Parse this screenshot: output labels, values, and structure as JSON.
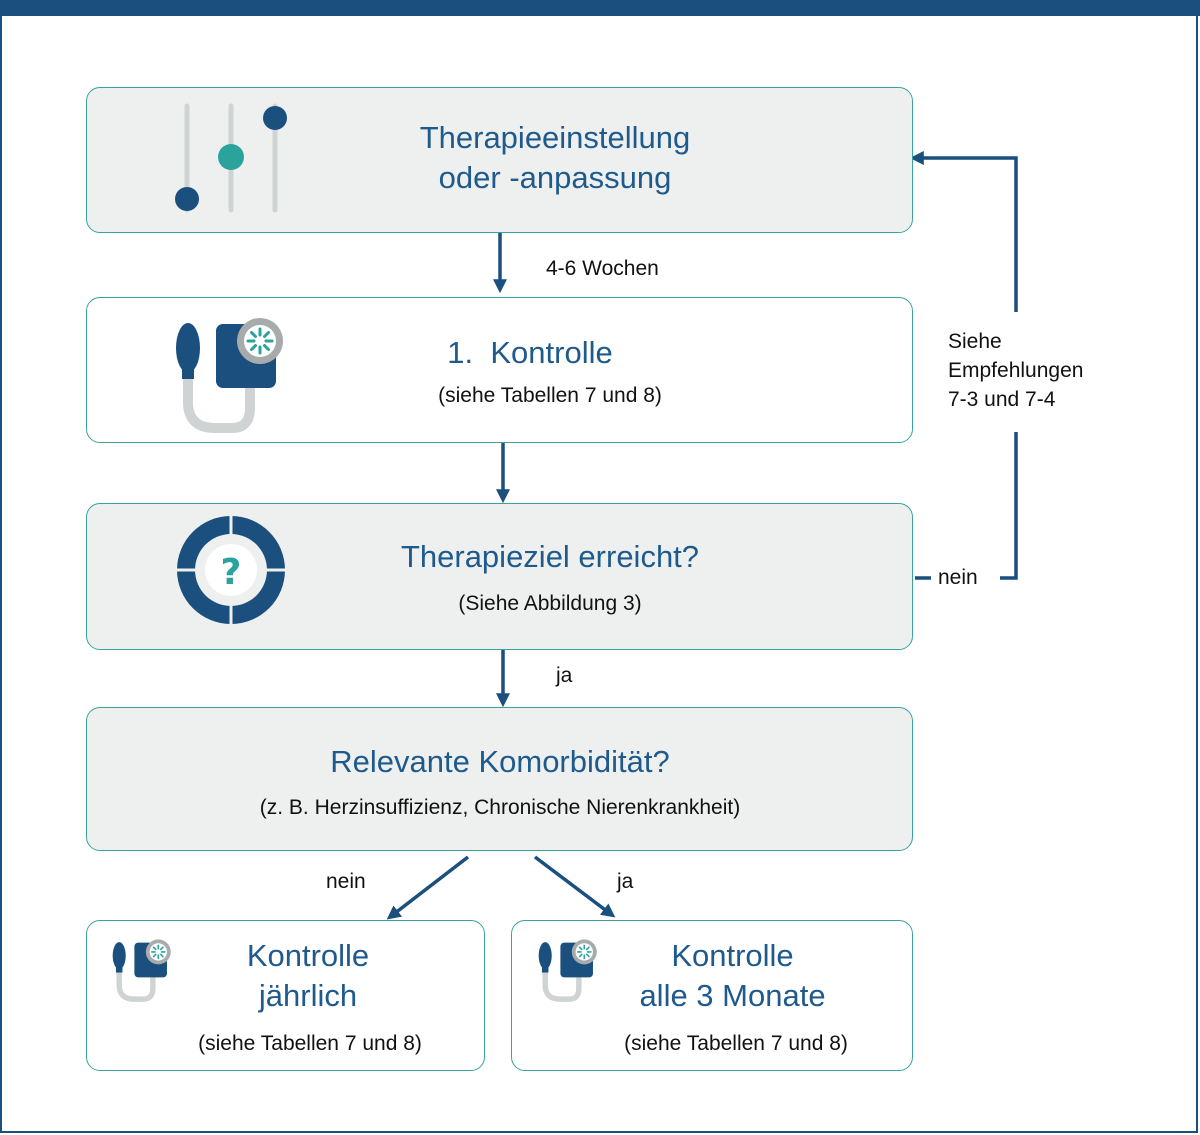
{
  "steps": {
    "adjust": {
      "title_line1": "Therapieeinstellung",
      "title_line2": "oder -anpassung"
    },
    "first_control": {
      "title": "1.  Kontrolle",
      "subtitle": "(siehe Tabellen 7 und 8)"
    },
    "goal_check": {
      "title": "Therapieziel erreicht?",
      "subtitle": "(Siehe Abbildung 3)"
    },
    "comorbidity": {
      "title": "Relevante Komorbidität?",
      "subtitle": "(z. B. Herzinsuffizienz, Chronische Nierenkrankheit)"
    },
    "yearly": {
      "title_line1": "Kontrolle",
      "title_line2": "jährlich",
      "subtitle": "(siehe Tabellen 7 und 8)"
    },
    "quarterly": {
      "title_line1": "Kontrolle",
      "title_line2": "alle 3 Monate",
      "subtitle": "(siehe Tabellen 7 und 8)"
    }
  },
  "edge_labels": {
    "interval": "4-6 Wochen",
    "goal_yes": "ja",
    "goal_no": "nein",
    "feedback_line1": "Siehe",
    "feedback_line2": "Empfehlungen",
    "feedback_line3": "7-3 und 7-4",
    "comorb_no": "nein",
    "comorb_yes": "ja"
  },
  "icons": {
    "adjust": "sliders-icon",
    "control": "blood-pressure-monitor-icon",
    "question": "question-ring-icon"
  },
  "colors": {
    "accent": "#1a4f7e",
    "title_text": "#1f5a8c",
    "box_border": "#3aa3a0",
    "box_fill": "#eef0f0",
    "teal": "#2aa39c"
  }
}
